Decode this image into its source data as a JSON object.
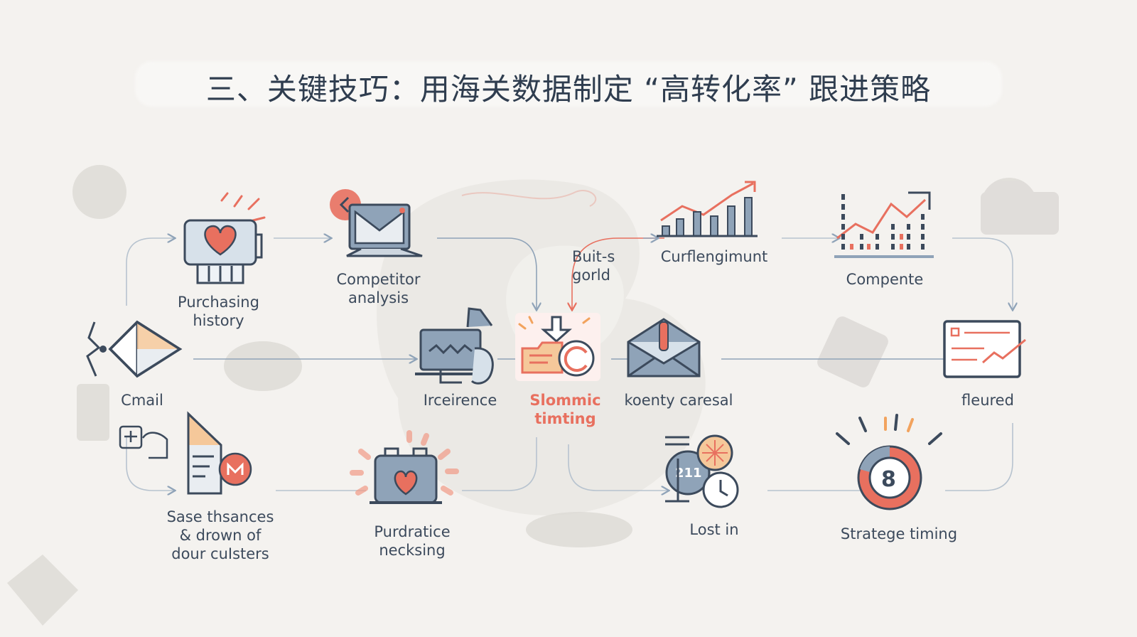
{
  "title": "三、关键技巧：用海关数据制定 “高转化率” 跟进策略",
  "colors": {
    "navy": "#3c4a5c",
    "coral": "#e8705f",
    "peach": "#f5c89a",
    "steel": "#8fa3b8",
    "ghost": "#d9d6d2"
  },
  "nodes": {
    "purchasing": {
      "label": "Purchasing\nhistory",
      "icon": "heart-monitor-icon"
    },
    "competitor": {
      "label": "Competitor\nanalysis",
      "icon": "laptop-mail-icon"
    },
    "buits": {
      "label": "Buit-s\ngorld",
      "icon": "arrow-icon"
    },
    "curfleng": {
      "label": "Curflengimunt",
      "icon": "bar-chart-trend-icon"
    },
    "compente": {
      "label": "Compente",
      "icon": "growth-chart-icon"
    },
    "cmail": {
      "label": "Cmail",
      "icon": "diamond-envelope-icon"
    },
    "irceirence": {
      "label": "Irceirence",
      "icon": "desktop-hand-icon"
    },
    "slommic": {
      "label": "Slommic\ntimting",
      "icon": "folder-refresh-icon"
    },
    "koenty": {
      "label": "koenty caresal",
      "icon": "envelope-alert-icon"
    },
    "fleured": {
      "label": "fleured",
      "icon": "dashboard-card-icon"
    },
    "sase": {
      "label": "Sase thsances\n& drown of\ndour cuIsters",
      "icon": "document-mail-icon"
    },
    "purdratice": {
      "label": "Purdratice\nnecksing",
      "icon": "calendar-heart-icon"
    },
    "lost": {
      "label": "Lost in",
      "icon": "clock-calendar-icon"
    },
    "stratege": {
      "label": "Stratege timing",
      "icon": "target-timer-icon"
    }
  }
}
